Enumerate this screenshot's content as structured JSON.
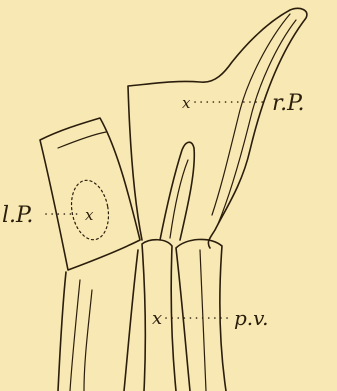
{
  "labels": {
    "left_process": "l.P.",
    "right_process": "r.P.",
    "posterior_view": "p.v.",
    "mark_left": "x",
    "mark_right": "x",
    "mark_lower": "x"
  }
}
